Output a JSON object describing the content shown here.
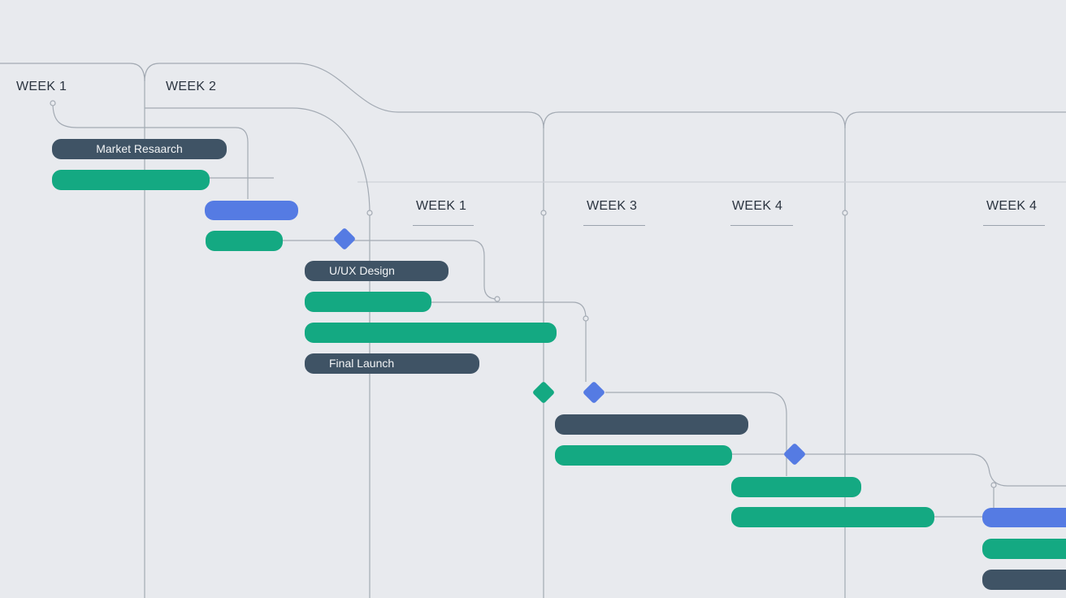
{
  "colors": {
    "background": "#e8eaee",
    "task_dark": "#3f5365",
    "task_green": "#14a982",
    "task_blue": "#557be3",
    "connector": "#a3aab3"
  },
  "week_labels": [
    "WEEK 1",
    "WEEK 2",
    "WEEK 1",
    "WEEK 3",
    "WEEK 4",
    "WEEK 4"
  ],
  "task_labels": {
    "market_research": "Market Resaarch",
    "ux_design": "U/UX Design",
    "final_launch": "Final Launch"
  }
}
